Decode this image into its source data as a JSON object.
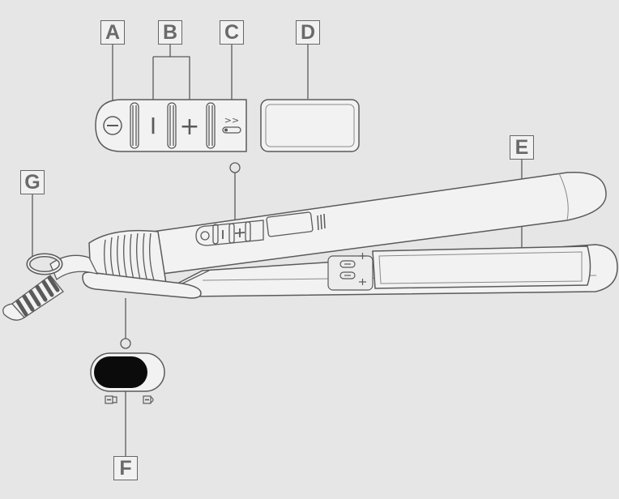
{
  "labels": {
    "A": "A",
    "B": "B",
    "C": "C",
    "D": "D",
    "E": "E",
    "F": "F",
    "G": "G"
  },
  "control_symbols": {
    "minus": "I",
    "plus": "+",
    "boost": ">>"
  },
  "colors": {
    "background": "#e6e6e6",
    "line": "#5a5a5a",
    "body": "#f2f2f2",
    "switch": "#0b0b0b",
    "label_text": "#6a6a6a"
  }
}
